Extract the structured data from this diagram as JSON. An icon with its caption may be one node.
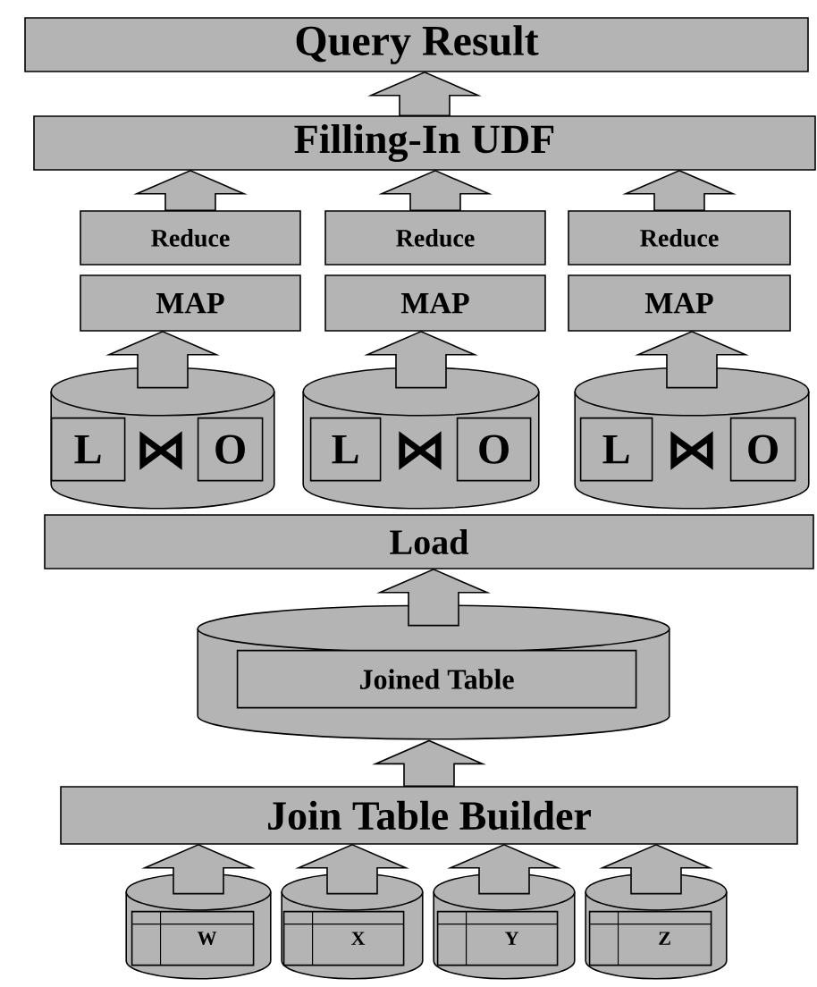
{
  "diagram": {
    "nodes": [
      {
        "text": [
          "Query Result"
        ]
      },
      {
        "text": [
          "Filling-In UDF"
        ]
      },
      {
        "text": [
          "Reduce"
        ]
      },
      {
        "text": [
          "Reduce"
        ]
      },
      {
        "text": [
          "Reduce"
        ]
      },
      {
        "text": [
          "MAP"
        ]
      },
      {
        "text": [
          "MAP"
        ]
      },
      {
        "text": [
          "MAP"
        ]
      },
      {
        "text": [],
        "shape": "cylinder"
      },
      {
        "text": [
          "L"
        ],
        "in": 8
      },
      {
        "text": [
          "O"
        ],
        "in": 8
      },
      {
        "text": [],
        "shape": "cylinder"
      },
      {
        "text": [
          "L"
        ],
        "in": 11
      },
      {
        "text": [
          "O"
        ],
        "in": 11
      },
      {
        "text": [],
        "shape": "cylinder"
      },
      {
        "text": [
          "L"
        ],
        "in": 14
      },
      {
        "text": [
          "O"
        ],
        "in": 14
      },
      {
        "text": [
          "Load"
        ]
      },
      {
        "text": [],
        "shape": "cylinder"
      },
      {
        "text": [
          "Joined Table"
        ],
        "in": 18
      },
      {
        "text": [
          "Join Table Builder"
        ]
      },
      {
        "text": [],
        "shape": "cylinder"
      },
      {
        "text": [
          "W"
        ],
        "in": 21
      },
      {
        "text": [],
        "shape": "cylinder"
      },
      {
        "text": [
          "X"
        ],
        "in": 23
      },
      {
        "text": [],
        "shape": "cylinder"
      },
      {
        "text": [
          "Y"
        ],
        "in": 25
      },
      {
        "text": [],
        "shape": "cylinder"
      },
      {
        "text": [
          "Z"
        ],
        "in": 27
      }
    ],
    "edges": [
      {
        "from": 1,
        "to": 0,
        "arrow": "to"
      },
      {
        "from": 2,
        "to": 1,
        "arrow": "to"
      },
      {
        "from": 3,
        "to": 1,
        "arrow": "to"
      },
      {
        "from": 4,
        "to": 1,
        "arrow": "to"
      },
      {
        "from": 8,
        "to": 5,
        "arrow": "to"
      },
      {
        "from": 11,
        "to": 6,
        "arrow": "to"
      },
      {
        "from": 14,
        "to": 7,
        "arrow": "to"
      },
      {
        "from": 18,
        "to": 17,
        "arrow": "to"
      },
      {
        "from": 20,
        "to": 18,
        "arrow": "to"
      },
      {
        "from": 21,
        "to": 20,
        "arrow": "to"
      },
      {
        "from": 23,
        "to": 20,
        "arrow": "to"
      },
      {
        "from": 25,
        "to": 20,
        "arrow": "to"
      },
      {
        "from": 27,
        "to": 20,
        "arrow": "to"
      }
    ],
    "labels": [
      "⋈",
      "⋈",
      "⋈"
    ]
  }
}
